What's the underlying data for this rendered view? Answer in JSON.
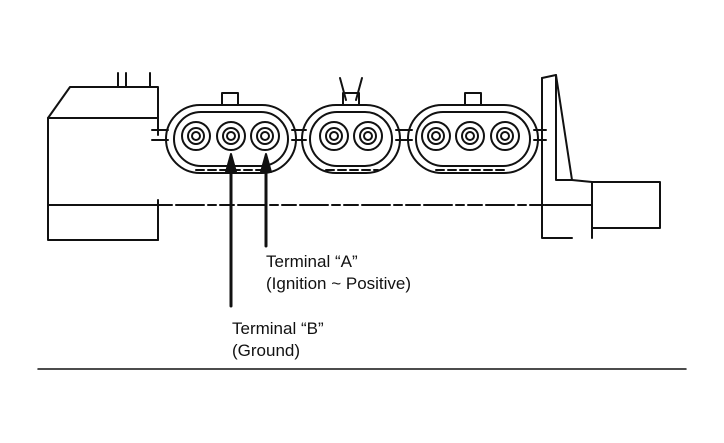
{
  "diagram": {
    "terminal_a": {
      "title": "Terminal “A”",
      "subtitle": "(Ignition ~ Positive)"
    },
    "terminal_b": {
      "title": "Terminal “B”",
      "subtitle": "(Ground)"
    },
    "colors": {
      "ink": "#111111",
      "background": "#ffffff"
    }
  }
}
